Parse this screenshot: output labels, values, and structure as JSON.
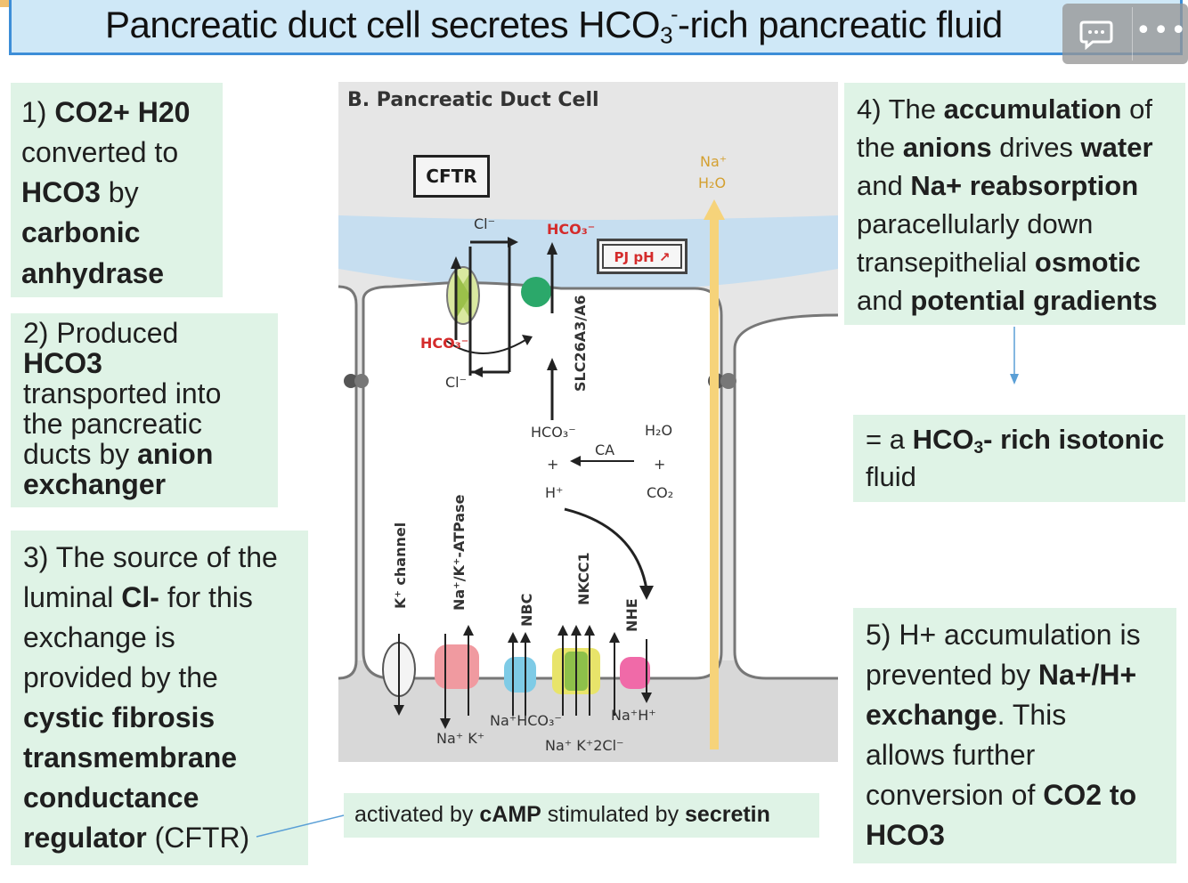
{
  "title": {
    "prefix": "Pancreatic duct cell secretes HCO",
    "sub": "3",
    "sup": "-",
    "suffix": "-rich pancreatic fluid"
  },
  "overlay": {
    "comment_icon": "comment-icon",
    "more_label": "•••"
  },
  "box1": {
    "lines": [
      [
        {
          "t": "1) ",
          "b": false
        },
        {
          "t": "CO2+ H20",
          "b": true
        }
      ],
      [
        {
          "t": "converted to",
          "b": false
        }
      ],
      [
        {
          "t": "HCO3",
          "b": true
        },
        {
          "t": " by",
          "b": false
        }
      ],
      [
        {
          "t": "carbonic",
          "b": true
        }
      ],
      [
        {
          "t": "anhydrase",
          "b": true
        }
      ]
    ]
  },
  "box2": {
    "lines": [
      [
        {
          "t": "2) Produced",
          "b": false
        }
      ],
      [
        {
          "t": "HCO3",
          "b": true
        }
      ],
      [
        {
          "t": "transported into",
          "b": false
        }
      ],
      [
        {
          "t": "the pancreatic",
          "b": false
        }
      ],
      [
        {
          "t": "ducts by ",
          "b": false
        },
        {
          "t": "anion",
          "b": true
        }
      ],
      [
        {
          "t": "exchanger",
          "b": true
        }
      ]
    ]
  },
  "box3": {
    "lines": [
      [
        {
          "t": "3) The source of the",
          "b": false
        }
      ],
      [
        {
          "t": "luminal ",
          "b": false
        },
        {
          "t": "Cl-",
          "b": true
        },
        {
          "t": " for this",
          "b": false
        }
      ],
      [
        {
          "t": "exchange is",
          "b": false
        }
      ],
      [
        {
          "t": "provided by the",
          "b": false
        }
      ],
      [
        {
          "t": "cystic fibrosis",
          "b": true
        }
      ],
      [
        {
          "t": "transmembrane",
          "b": true
        }
      ],
      [
        {
          "t": "conductance",
          "b": true
        }
      ],
      [
        {
          "t": "regulator",
          "b": true
        },
        {
          "t": " (CFTR)",
          "b": false
        }
      ]
    ]
  },
  "box4": {
    "lines": [
      [
        {
          "t": "4) The ",
          "b": false
        },
        {
          "t": "accumulation",
          "b": true
        },
        {
          "t": " of",
          "b": false
        }
      ],
      [
        {
          "t": "the ",
          "b": false
        },
        {
          "t": "anions",
          "b": true
        },
        {
          "t": " drives ",
          "b": false
        },
        {
          "t": "water",
          "b": true
        }
      ],
      [
        {
          "t": "and ",
          "b": false
        },
        {
          "t": "Na+ reabsorption",
          "b": true
        }
      ],
      [
        {
          "t": "paracellularly down",
          "b": false
        }
      ],
      [
        {
          "t": "transepithelial ",
          "b": false
        },
        {
          "t": "osmotic",
          "b": true
        }
      ],
      [
        {
          "t": "and ",
          "b": false
        },
        {
          "t": "potential gradients",
          "b": true
        }
      ]
    ]
  },
  "box5": {
    "line1_prefix": "= a ",
    "line1_bold": "HCO",
    "line1_sub": "3",
    "line1_bold_suffix": "- rich isotonic",
    "line2": "fluid"
  },
  "box6": {
    "lines": [
      [
        {
          "t": "5) H+ accumulation is",
          "b": false
        }
      ],
      [
        {
          "t": "prevented by ",
          "b": false
        },
        {
          "t": "Na+/H+",
          "b": true
        }
      ],
      [
        {
          "t": "exchange",
          "b": true
        },
        {
          "t": ".  This",
          "b": false
        }
      ],
      [
        {
          "t": "allows further",
          "b": false
        }
      ],
      [
        {
          "t": "conversion of ",
          "b": false
        },
        {
          "t": "CO2 to",
          "b": true
        }
      ],
      [
        {
          "t": "HCO3",
          "b": true
        }
      ]
    ]
  },
  "box7": {
    "lines": [
      [
        {
          "t": "activated by ",
          "b": false
        },
        {
          "t": "cAMP",
          "b": true
        },
        {
          "t": " stimulated by ",
          "b": false
        },
        {
          "t": "secretin",
          "b": true
        }
      ]
    ]
  },
  "figure": {
    "title": "B.  Pancreatic Duct Cell",
    "cftr_label": "CFTR",
    "pj_label": "PJ pH",
    "labels": {
      "cl_top": "Cl⁻",
      "hco3_top": "HCO₃⁻",
      "hco3_left": "HCO₃⁻",
      "cl_left": "Cl⁻",
      "hco3_mid": "HCO₃⁻",
      "plus_left": "+",
      "h_plus": "H⁺",
      "ca": "CA",
      "h2o_mid": "H₂O",
      "plus_right": "+",
      "co2": "CO₂",
      "na_top": "Na⁺",
      "h2o_top": "H₂O",
      "nak_bottom": "Na⁺ K⁺",
      "nahco3_bottom": "Na⁺HCO₃⁻",
      "nak2cl_bottom": "Na⁺ K⁺2Cl⁻",
      "nah_bottom": "Na⁺H⁺"
    },
    "transporters": {
      "slc": "SLC26A3/A6",
      "k_channel": "K⁺ channel",
      "atpase": "Na⁺/K⁺-ATPase",
      "nbc": "NBC",
      "nkcc1": "NKCC1",
      "nhe": "NHE"
    }
  },
  "colors": {
    "title_bg": "#cfe8f7",
    "title_border": "#3d8ed8",
    "box_bg": "#dff3e6",
    "lumen_blue": "#c6def0",
    "figure_bg": "#e6e6e6",
    "accent_red": "#d42b2b",
    "para_arrow": "#f6d37a",
    "connector": "#5a9fd6"
  }
}
